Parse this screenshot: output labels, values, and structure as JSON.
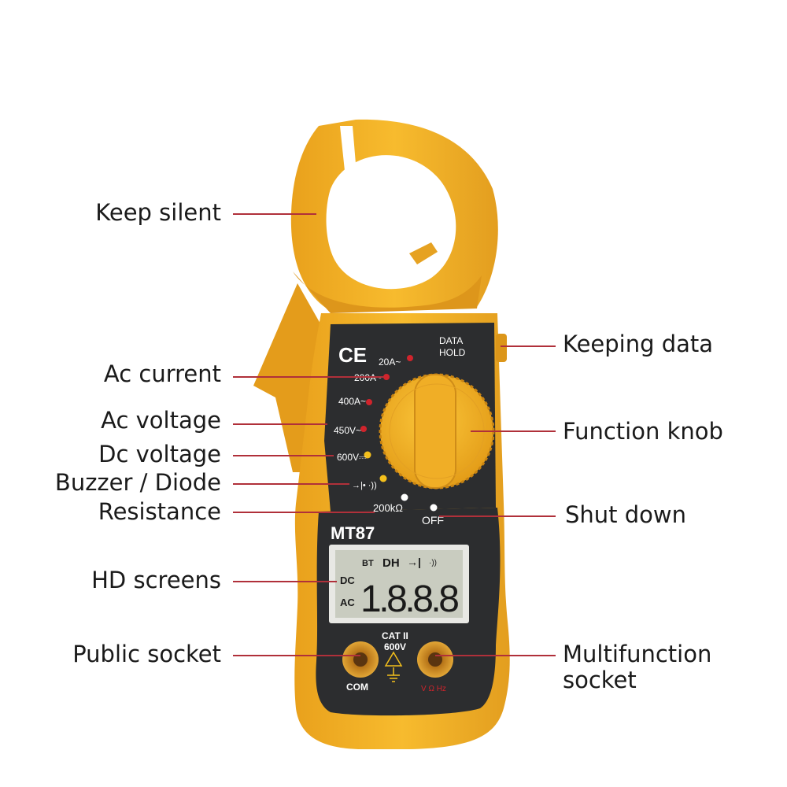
{
  "callouts": {
    "keep_silent": "Keep silent",
    "keeping_data": "Keeping data",
    "ac_current": "Ac current",
    "function_knob": "Function knob",
    "ac_voltage": "Ac voltage",
    "dc_voltage": "Dc voltage",
    "buzzer_diode": "Buzzer / Diode",
    "resistance": "Resistance",
    "shut_down": "Shut down",
    "hd_screens": "HD screens",
    "public_socket": "Public socket",
    "multifunction_socket_1": "Multifunction",
    "multifunction_socket_2": "socket"
  },
  "meter": {
    "ce_mark": "CE",
    "data_hold_1": "DATA",
    "data_hold_2": "HOLD",
    "range_20a": "20A~",
    "range_200a": "200A~",
    "range_400a": "400A~",
    "range_450v": "450V~",
    "range_600v": "600V⎓",
    "range_diode": "→|• ·))",
    "range_200k": "200kΩ",
    "off_label": "OFF",
    "model": "MT87",
    "lcd": {
      "bt": "BT",
      "dh": "DH",
      "diode": "→|",
      "sound": "·))",
      "dc": "DC",
      "ac": "AC",
      "digits": "1.8.8.8"
    },
    "cat_label": "CAT II",
    "cat_voltage": "600V",
    "com_label": "COM",
    "v_label": "V Ω Hz"
  },
  "colors": {
    "body_yellow": "#f5b324",
    "body_yellow_dark": "#d99417",
    "panel_dark": "#2c2d2f",
    "lcd_green": "#c9ccc0",
    "socket_gold": "#cf8a1e",
    "callout_line": "#b0303a"
  }
}
